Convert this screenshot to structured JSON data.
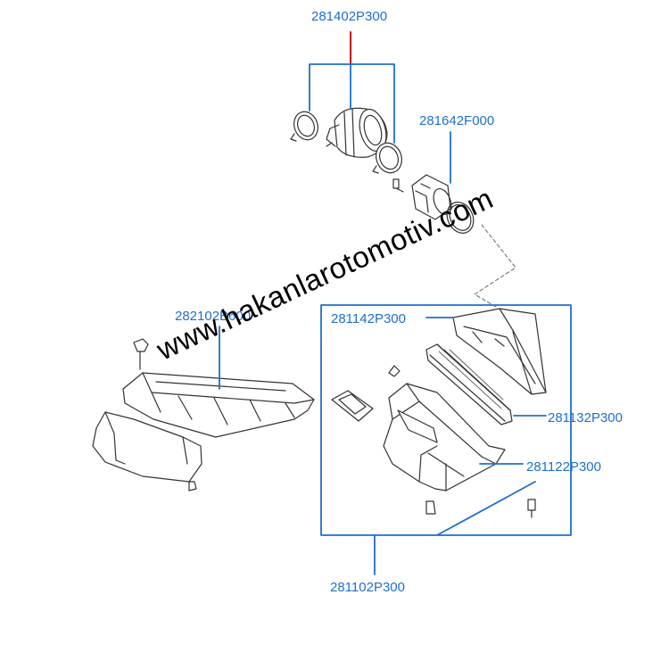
{
  "watermark": "www.hakanlarotomotiv.com",
  "colors": {
    "label": "#1e6fd0",
    "leader": "#1e6fd0",
    "highlight": "#cc0000",
    "drawing": "#333333"
  },
  "labels": {
    "p281402P300": "281402P300",
    "p281642F000": "281642F000",
    "p282102B600": "282102B600",
    "p281142P300": "281142P300",
    "p281132P300": "281132P300",
    "p281122P300": "281122P300",
    "p281102P300": "281102P300"
  }
}
